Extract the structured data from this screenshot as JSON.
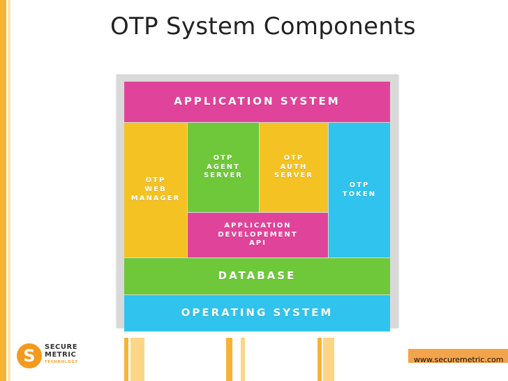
{
  "slide": {
    "title": "OTP System Components"
  },
  "diagram": {
    "application_system": "APPLICATION SYSTEM",
    "otp_web_manager": "OTP\nWEB\nMANAGER",
    "otp_agent_server": "OTP\nAGENT\nSERVER",
    "otp_auth_server": "OTP\nAUTH\nSERVER",
    "otp_token": "OTP\nTOKEN",
    "app_dev_api": "APPLICATION\nDEVELOPEMENT\nAPI",
    "database": "DATABASE",
    "operating_system": "OPERATING SYSTEM"
  },
  "footer": {
    "logo_line1": "SECURE",
    "logo_line2": "METRIC",
    "logo_tag": "TECHNOLOGY",
    "url": "www.securemetric.com"
  },
  "colors": {
    "pink": "#e0449a",
    "yellow": "#f5c223",
    "green": "#6ec83a",
    "blue": "#2fc3ee",
    "orange": "#f39a1e"
  }
}
